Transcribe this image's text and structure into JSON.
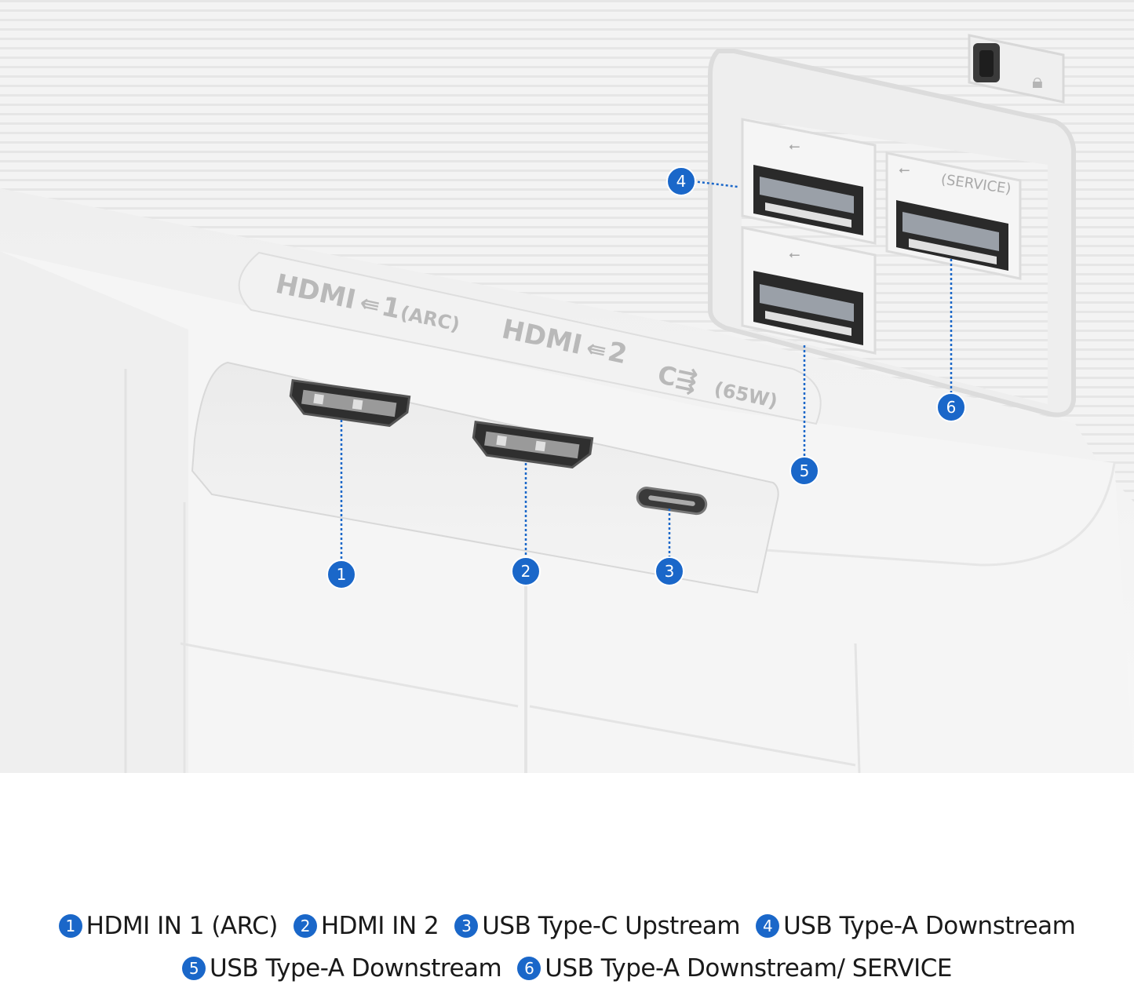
{
  "engraved_labels": {
    "hdmi1": "HDMI",
    "hdmi1_suffix": "1",
    "hdmi1_arc": "(ARC)",
    "hdmi2": "HDMI",
    "hdmi2_suffix": "2",
    "usbc_power": "(65W)",
    "service": "(SERVICE)"
  },
  "callouts": [
    {
      "number": "1"
    },
    {
      "number": "2"
    },
    {
      "number": "3"
    },
    {
      "number": "4"
    },
    {
      "number": "5"
    },
    {
      "number": "6"
    }
  ],
  "legend": [
    {
      "number": "1",
      "label": "HDMI IN 1 (ARC)"
    },
    {
      "number": "2",
      "label": "HDMI IN 2"
    },
    {
      "number": "3",
      "label": "USB Type-C Upstream"
    },
    {
      "number": "4",
      "label": "USB Type-A Downstream"
    },
    {
      "number": "5",
      "label": "USB Type-A Downstream"
    },
    {
      "number": "6",
      "label": "USB Type-A Downstream/ SERVICE"
    }
  ],
  "colors": {
    "callout": "#1a67c9",
    "legend_text": "#1a1a1a",
    "panel": "#f2f2f2"
  }
}
